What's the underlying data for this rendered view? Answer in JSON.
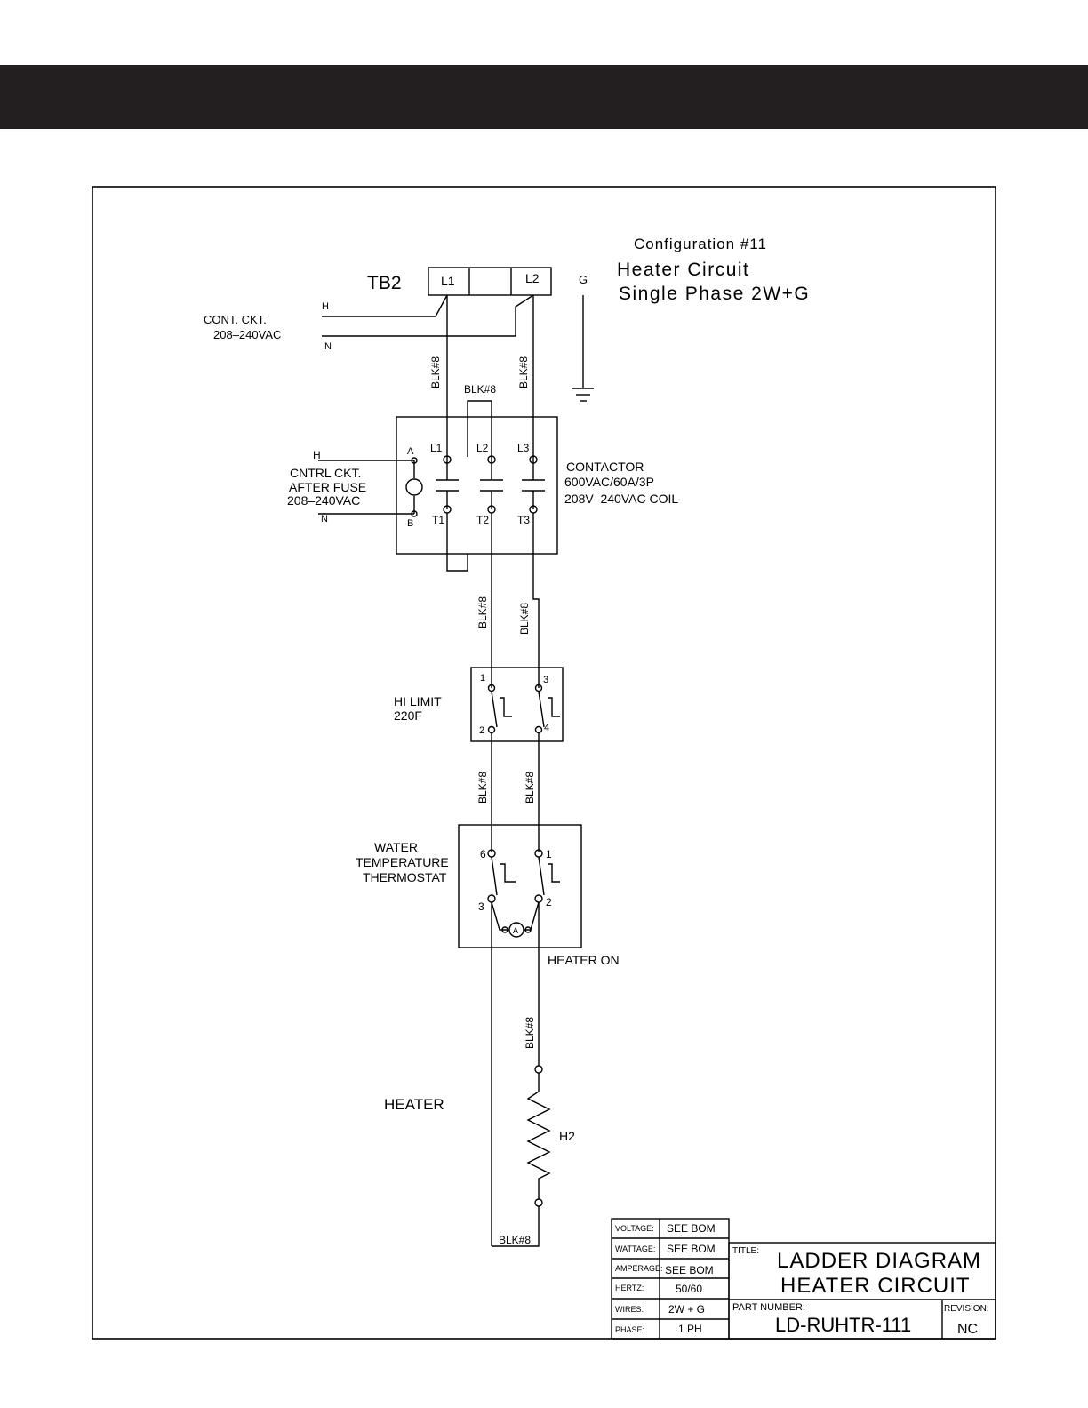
{
  "config": {
    "line1": "Configuration #11",
    "line2": "Heater Circuit",
    "line3": "Single Phase 2W+G"
  },
  "terminal_block": {
    "name": "TB2",
    "left": "L1",
    "right": "L2",
    "ground": "G"
  },
  "supply": {
    "label1": "CONT. CKT.",
    "label2": "208–240VAC",
    "hot": "H",
    "neutral": "N"
  },
  "control": {
    "label1": "CNTRL CKT.",
    "label2": "AFTER FUSE",
    "label3": "208–240VAC",
    "hot": "H",
    "neutral": "N",
    "coil_a": "A",
    "coil_b": "B"
  },
  "contactor": {
    "title": "CONTACTOR",
    "rating": "600VAC/60A/3P",
    "coil": "208V–240VAC COIL",
    "lines": [
      "L1",
      "L2",
      "L3"
    ],
    "loads": [
      "T1",
      "T2",
      "T3"
    ]
  },
  "wire": "BLK#8",
  "hi_limit": {
    "label1": "HI LIMIT",
    "label2": "220F",
    "terminals": [
      "1",
      "3",
      "2",
      "4"
    ]
  },
  "thermostat": {
    "label1": "WATER",
    "label2": "TEMPERATURE",
    "label3": "THERMOSTAT",
    "terminals": [
      "6",
      "1",
      "3",
      "2"
    ],
    "indicator": "A",
    "indicator_label": "HEATER ON"
  },
  "heater": {
    "label": "HEATER",
    "element": "H2"
  },
  "title_block": {
    "specs": [
      {
        "key": "VOLTAGE:",
        "value": "SEE BOM"
      },
      {
        "key": "WATTAGE:",
        "value": "SEE BOM"
      },
      {
        "key": "AMPERAGE:",
        "value": "SEE BOM"
      },
      {
        "key": "HERTZ:",
        "value": "50/60"
      },
      {
        "key": "WIRES:",
        "value": "2W + G"
      },
      {
        "key": "PHASE:",
        "value": "1 PH"
      }
    ],
    "title_key": "TITLE:",
    "title_line1": "LADDER DIAGRAM",
    "title_line2": "HEATER CIRCUIT",
    "part_key": "PART NUMBER:",
    "part_number": "LD-RUHTR-111",
    "revision_key": "REVISION:",
    "revision": "NC"
  },
  "colors": {
    "band": "#231f20",
    "ink": "#000000"
  }
}
